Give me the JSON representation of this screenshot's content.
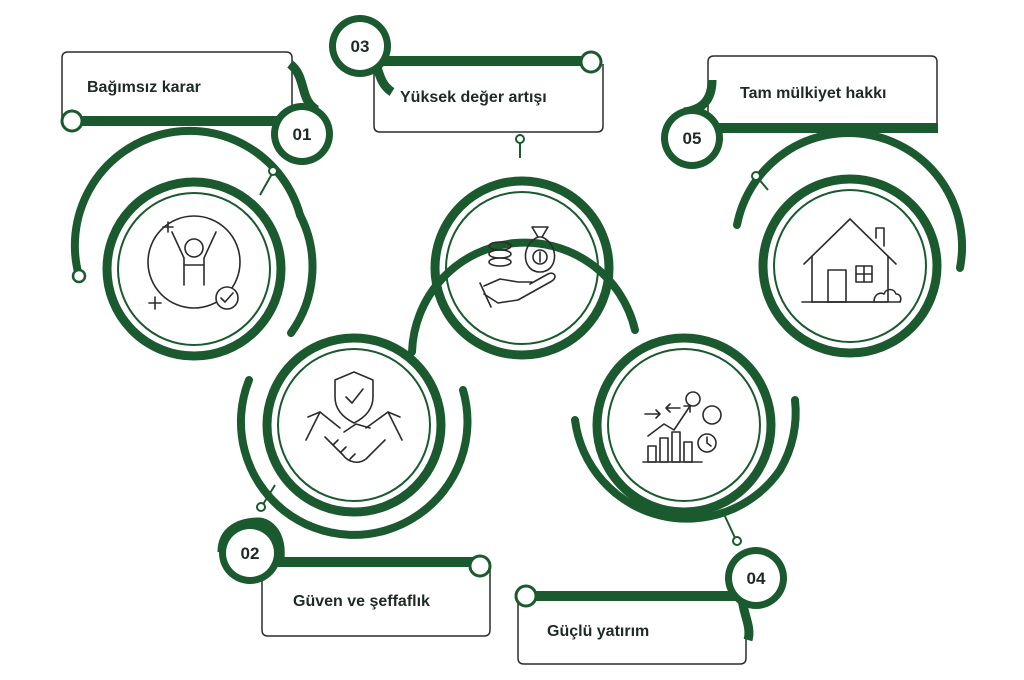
{
  "colors": {
    "primary": "#1a5a2e",
    "background": "#ffffff",
    "text": "#1f2a24"
  },
  "steps": [
    {
      "number": "01",
      "label": "Bağımsız karar",
      "icon": "celebrating-person-check-icon"
    },
    {
      "number": "02",
      "label": "Güven ve şeffaflık",
      "icon": "handshake-shield-icon"
    },
    {
      "number": "03",
      "label": "Yüksek değer artışı",
      "icon": "money-bag-hand-icon"
    },
    {
      "number": "04",
      "label": "Güçlü yatırım",
      "icon": "growth-chart-coins-icon"
    },
    {
      "number": "05",
      "label": "Tam mülkiyet hakkı",
      "icon": "house-icon"
    }
  ]
}
